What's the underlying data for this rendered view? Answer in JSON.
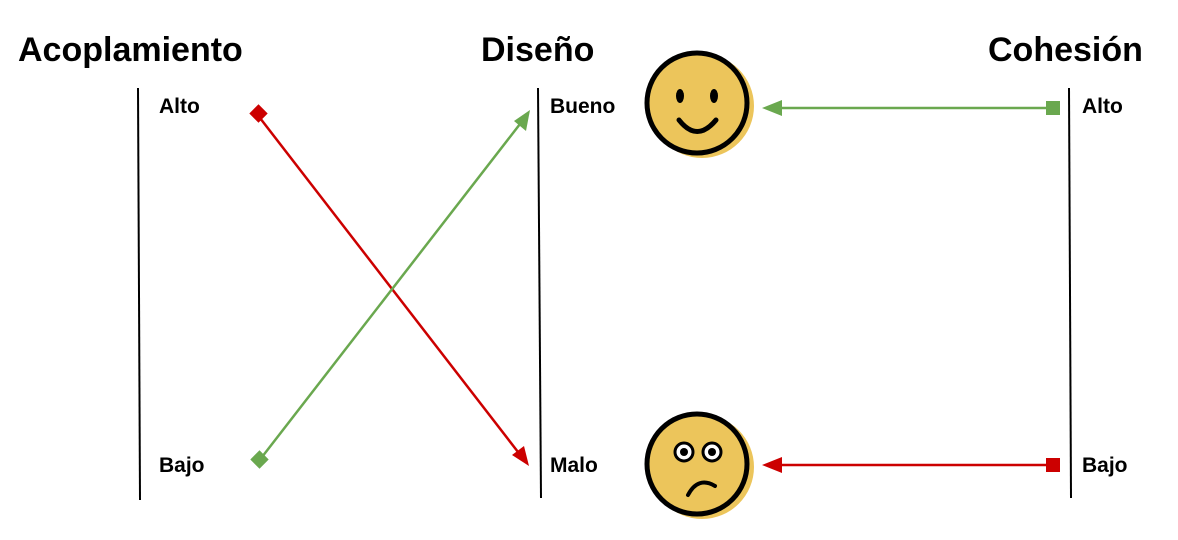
{
  "headings": {
    "left": "Acoplamiento",
    "center": "Diseño",
    "right": "Cohesión"
  },
  "labels": {
    "left_high": "Alto",
    "left_low": "Bajo",
    "center_good": "Bueno",
    "center_bad": "Malo",
    "right_high": "Alto",
    "right_low": "Bajo"
  },
  "icons": {
    "happy": "happy-face-icon",
    "sad": "sad-face-icon"
  },
  "colors": {
    "green": "#6aa84f",
    "red": "#cc0000",
    "face": "#ecc55b"
  }
}
